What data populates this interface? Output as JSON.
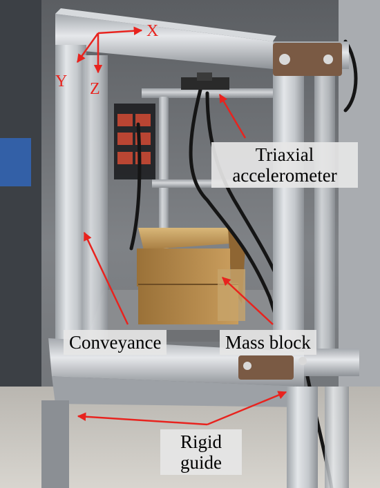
{
  "axes": {
    "x": "X",
    "y": "Y",
    "z": "Z"
  },
  "labels": {
    "accelerometer": {
      "line1": "Triaxial",
      "line2": "accelerometer"
    },
    "conveyance": "Conveyance",
    "mass_block": "Mass block",
    "rigid_guide": {
      "line1": "Rigid",
      "line2": "guide"
    }
  },
  "colors": {
    "annotation": "#e8231e",
    "label_bg": "#e6e6e6",
    "frame": "#c9ccd0",
    "brass": "#b58a4c"
  }
}
